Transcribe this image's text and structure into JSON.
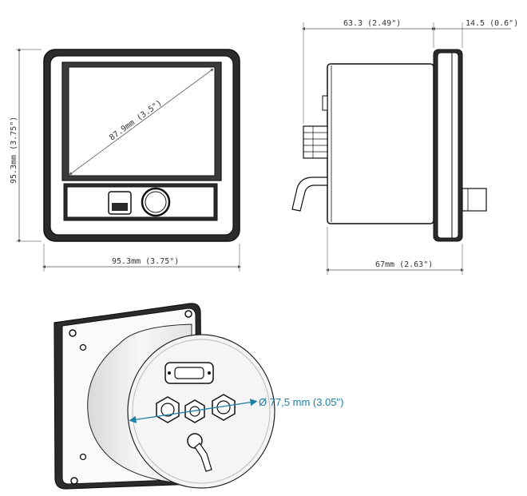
{
  "front_view": {
    "diagonal_label": "87.9mm (3.5\")",
    "width_label": "95.3mm (3.75\")",
    "height_label": "95.3mm (3.75\")"
  },
  "side_view": {
    "depth_label": "63.3 (2.49\")",
    "flange_label": "14.5 (0.6\")",
    "total_depth_label": "67mm (2.63\")"
  },
  "rear_view": {
    "diameter_label": "Ø 77,5 mm (3.05\")"
  },
  "colors": {
    "line": "#1a1a1a",
    "dimension_line": "#555555",
    "callout": "#1c7fa3",
    "fill_light": "#f2f2f2",
    "fill_dark": "#2a2a2a"
  }
}
